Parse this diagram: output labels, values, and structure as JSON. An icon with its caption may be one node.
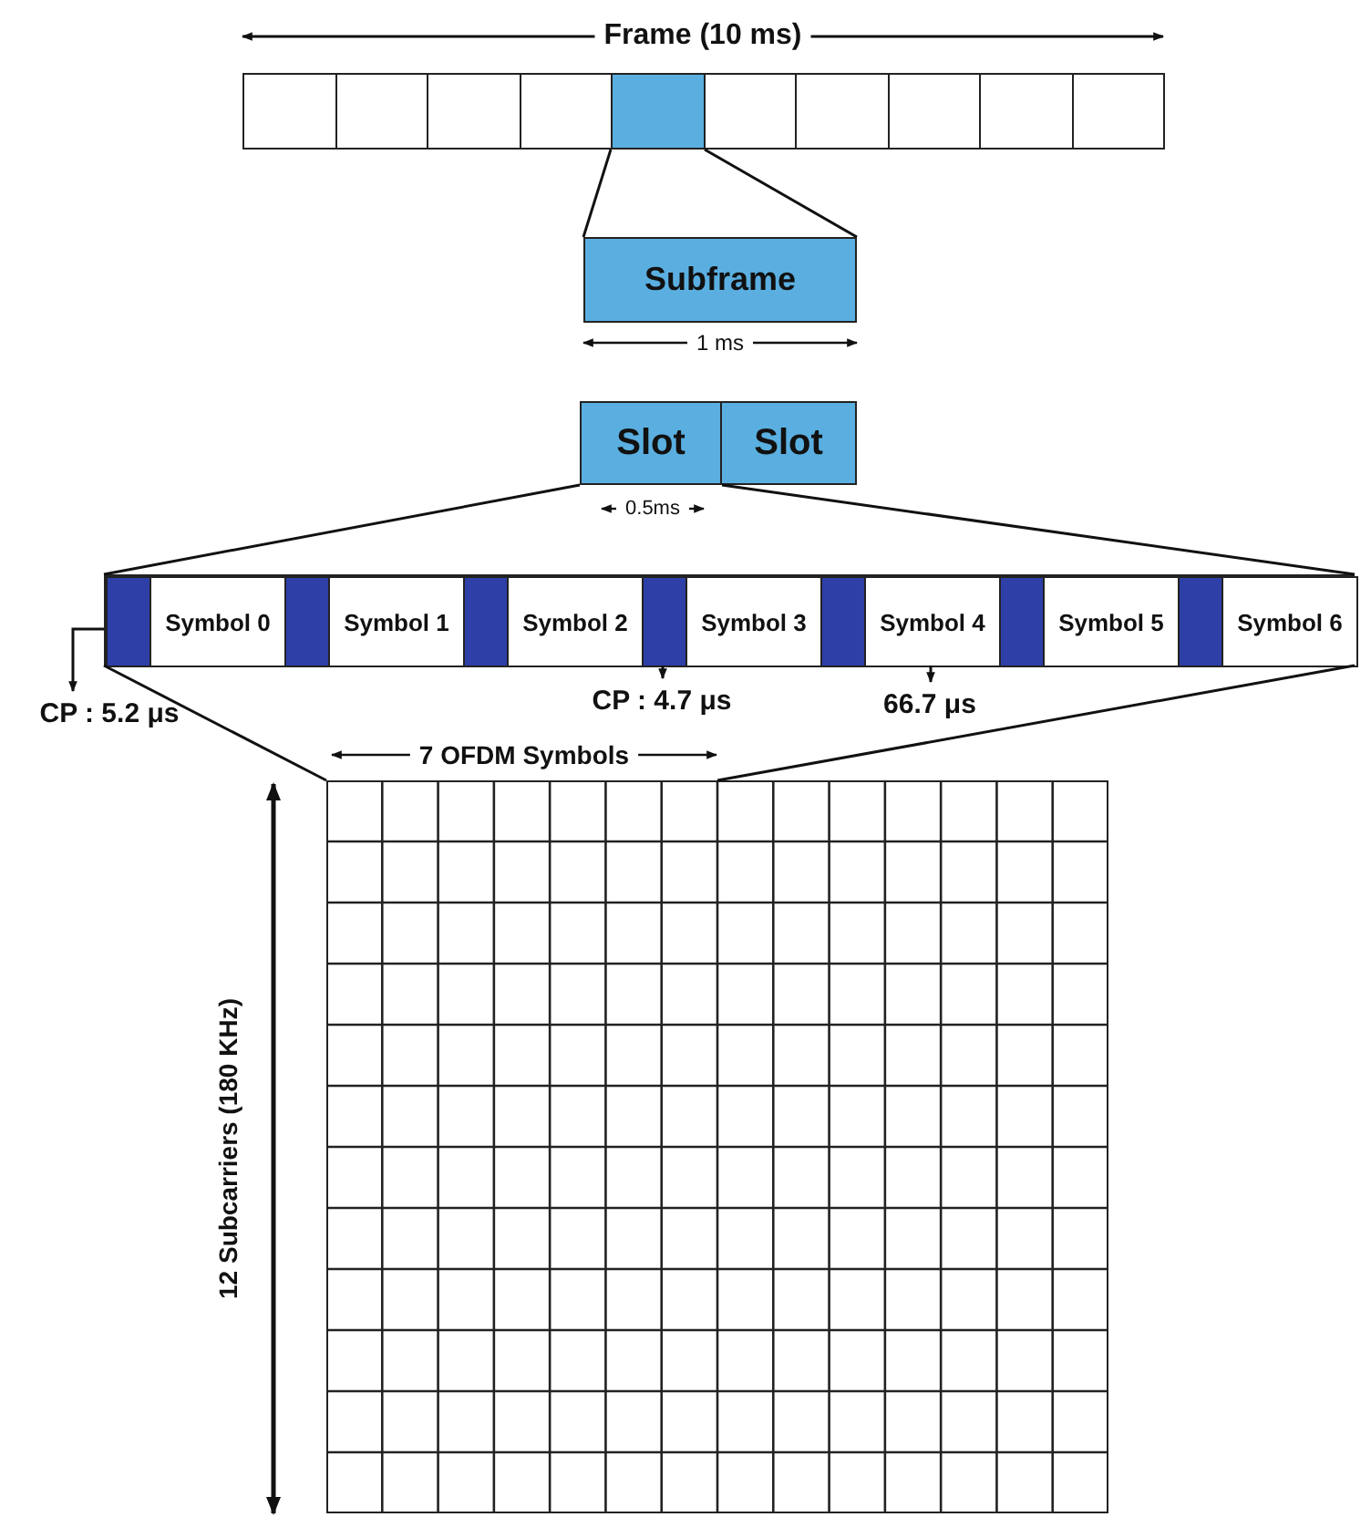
{
  "diagram": {
    "nodes": [
      {
        "text": [],
        "shape": "box"
      },
      {
        "text": [],
        "shape": "box"
      },
      {
        "text": [],
        "shape": "box"
      },
      {
        "text": [],
        "shape": "box"
      },
      {
        "text": [],
        "shape": "box"
      },
      {
        "text": [],
        "shape": "box"
      },
      {
        "text": [],
        "shape": "box"
      },
      {
        "text": [],
        "shape": "box"
      },
      {
        "text": [],
        "shape": "box"
      },
      {
        "text": [],
        "shape": "box"
      },
      {
        "text": [
          "Subframe"
        ]
      },
      {
        "text": [
          "Slot"
        ]
      },
      {
        "text": [
          "Slot"
        ]
      },
      {
        "text": [],
        "shape": "box"
      },
      {
        "text": [],
        "shape": "box",
        "in": 13
      },
      {
        "text": [
          "Symbol 0"
        ],
        "in": 13
      },
      {
        "text": [],
        "shape": "box",
        "in": 13
      },
      {
        "text": [
          "Symbol 1"
        ],
        "in": 13
      },
      {
        "text": [],
        "shape": "box",
        "in": 13
      },
      {
        "text": [
          "Symbol 2"
        ],
        "in": 13
      },
      {
        "text": [],
        "shape": "box",
        "in": 13
      },
      {
        "text": [
          "Symbol 3"
        ],
        "in": 13
      },
      {
        "text": [],
        "shape": "box",
        "in": 13
      },
      {
        "text": [
          "Symbol 4"
        ],
        "in": 13
      },
      {
        "text": [],
        "shape": "box",
        "in": 13
      },
      {
        "text": [
          "Symbol 5"
        ],
        "in": 13
      },
      {
        "text": [],
        "shape": "box",
        "in": 13
      },
      {
        "text": [
          "Symbol 6"
        ],
        "in": 13
      },
      {
        "text": [],
        "shape": "grid"
      },
      {
        "text": [
          "CP : 5.2 μs"
        ]
      },
      {
        "text": [
          "CP : 4.7 μs"
        ]
      },
      {
        "text": [
          "66.7 μs"
        ]
      }
    ],
    "edges": [
      {
        "from": 4,
        "to": 10,
        "arrow": "none"
      },
      {
        "from": 4,
        "to": 10,
        "arrow": "none"
      },
      {
        "from": 11,
        "to": 13,
        "arrow": "none"
      },
      {
        "from": 11,
        "to": 13,
        "arrow": "none"
      },
      {
        "from": 13,
        "to": 28,
        "arrow": "none"
      },
      {
        "from": 13,
        "to": 28,
        "arrow": "none"
      },
      {
        "from": 14,
        "to": 29,
        "arrow": "to"
      },
      {
        "from": 20,
        "to": 30,
        "arrow": "to"
      },
      {
        "from": 23,
        "to": 31,
        "arrow": "to"
      }
    ],
    "labels": [
      "Frame (10 ms)",
      "1 ms",
      "0.5ms",
      "7 OFDM Symbols",
      "12 Subcarriers (180 KHz)"
    ]
  }
}
